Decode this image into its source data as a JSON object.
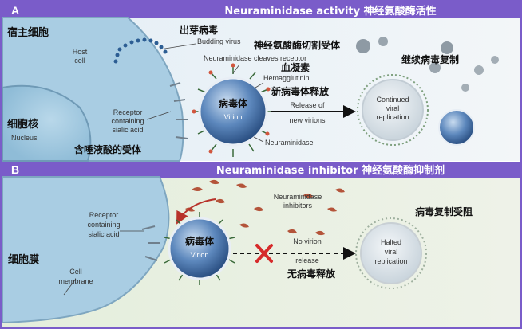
{
  "panelA": {
    "letter": "A",
    "title": "Neuraminidase activity 神经氨酸酶活性",
    "labels": {
      "host_cell_cn": "宿主细胞",
      "host_cell_en1": "Host",
      "host_cell_en2": "cell",
      "budding_cn": "出芽病毒",
      "budding_en": "Budding virus",
      "cleaves_cn": "神经氨酸酶切割受体",
      "cleaves_en": "Neuraminidase cleaves receptor",
      "hemag_cn": "血凝素",
      "hemag_en": "Hemagglutinin",
      "continued_cn": "继续病毒复制",
      "receptor_en1": "Receptor",
      "receptor_en2": "containing",
      "receptor_en3": "sialic acid",
      "receptor_cn": "含唾液酸的受体",
      "nucleus_cn": "细胞核",
      "nucleus_en": "Nucleus",
      "virus_cn": "病毒体",
      "virion_en": "Virion",
      "release_cn": "新病毒体释放",
      "release_en1": "Release of",
      "release_en2": "new virions",
      "neuraminidase_en": "Neuraminidase",
      "continued_en1": "Continued",
      "continued_en2": "viral",
      "continued_en3": "replication"
    }
  },
  "panelB": {
    "letter": "B",
    "title": "Neuraminidase inhibitor 神经氨酸酶抑制剂",
    "labels": {
      "inhib_en1": "Neuraminidase",
      "inhib_en2": "inhibitors",
      "receptor_en1": "Receptor",
      "receptor_en2": "containing",
      "receptor_en3": "sialic acid",
      "membrane_cn": "细胞膜",
      "membrane_en1": "Cell",
      "membrane_en2": "membrane",
      "virus_cn": "病毒体",
      "virion_en": "Virion",
      "norelease_en1": "No virion",
      "norelease_en2": "release",
      "norelease_cn": "无病毒释放",
      "blocked_cn": "病毒复制受阻",
      "halted_en1": "Halted",
      "halted_en2": "viral",
      "halted_en3": "replication"
    }
  },
  "colors": {
    "header": "#7a5cc9",
    "panelA_bg": "#dbe9f3",
    "panelB_bg": "#e6eedb",
    "cell": "#a9cde3",
    "virion": "#3f6fa8",
    "inhibitor": "#b4543a",
    "cross": "#d62a2a"
  }
}
